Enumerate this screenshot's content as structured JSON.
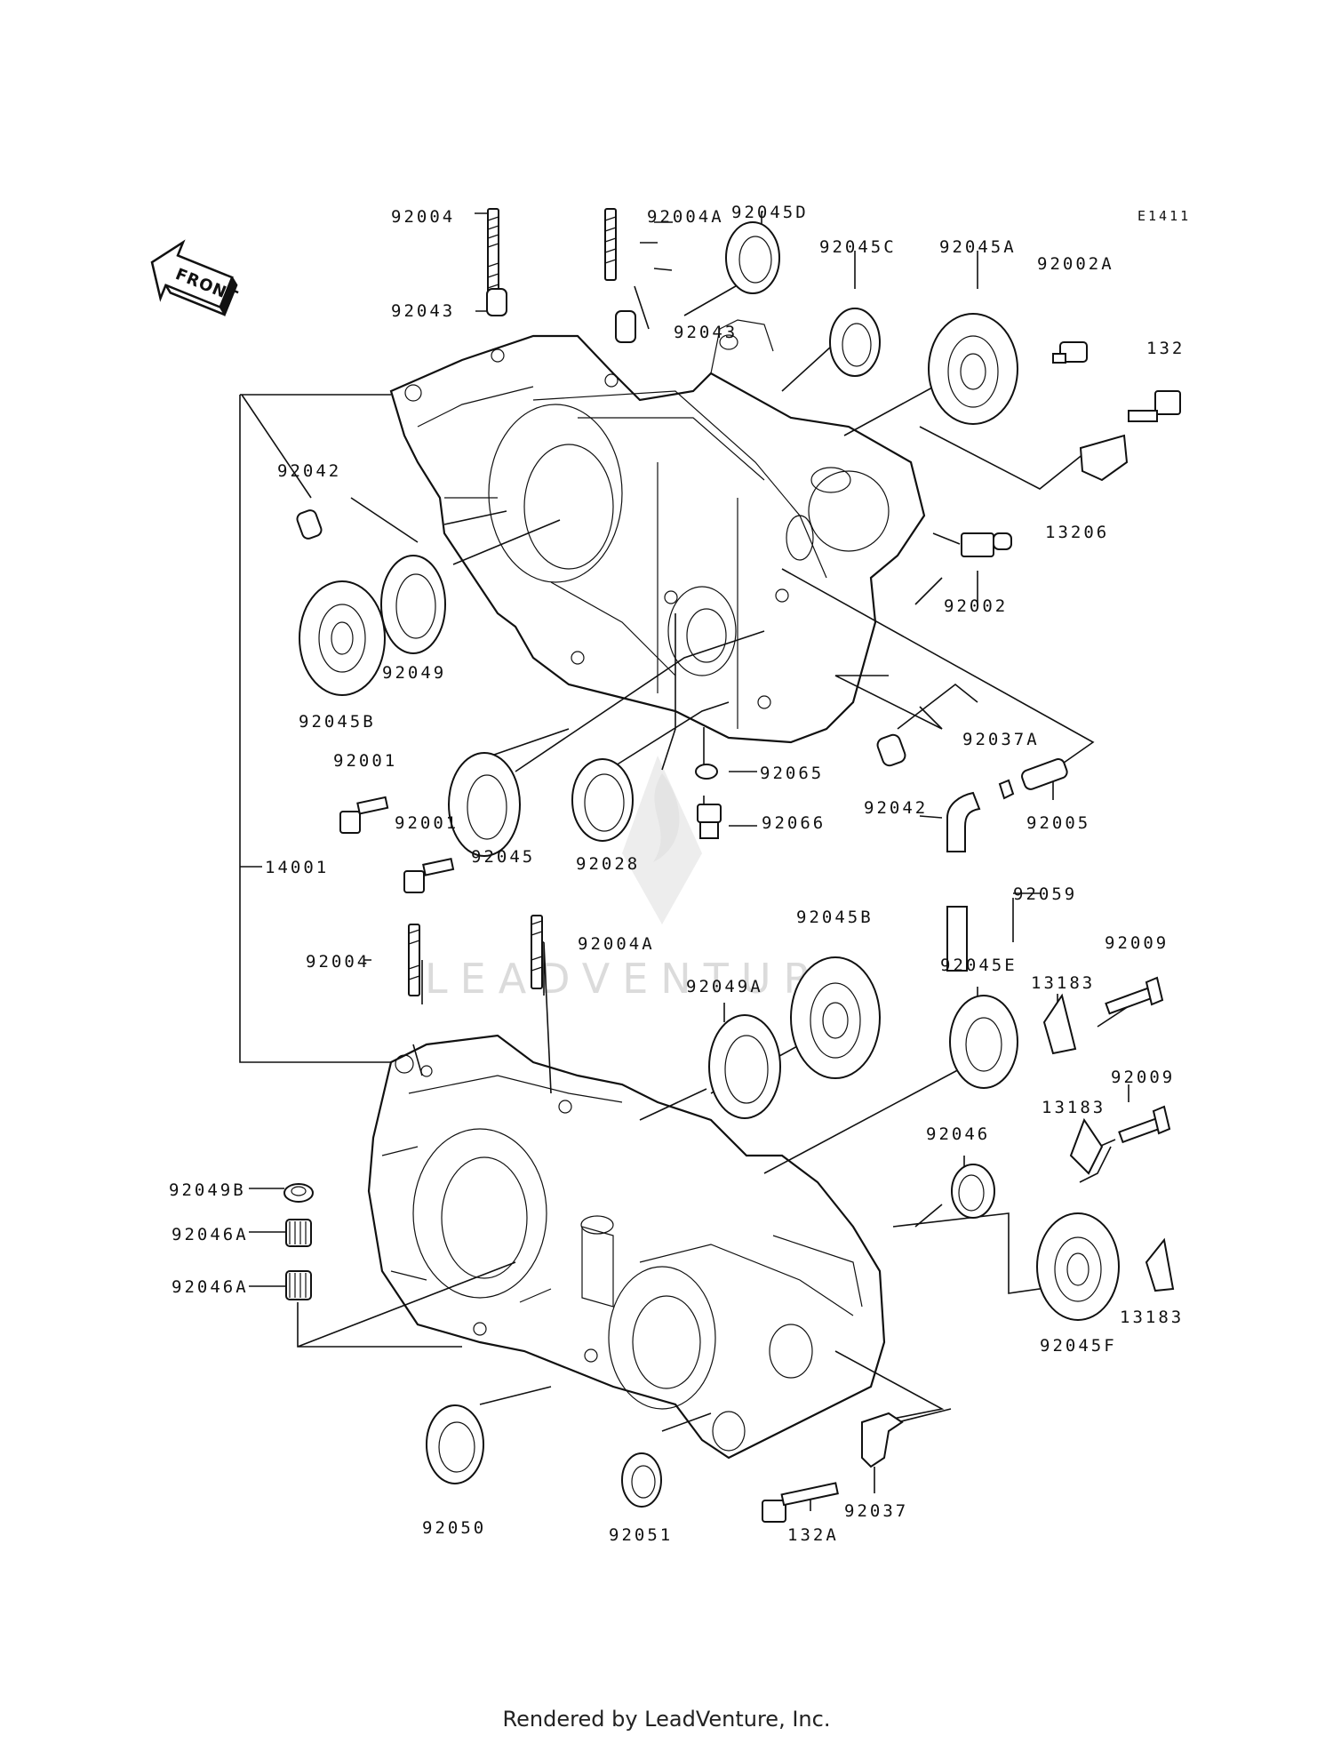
{
  "diagram": {
    "code": "E1411",
    "front_label": "FRONT",
    "watermark": "LEADVENTURE",
    "footer": "Rendered by LeadVenture, Inc.",
    "parts": {
      "p92004_top": "92004",
      "p92004A_top": "92004A",
      "p92045D": "92045D",
      "p92045C": "92045C",
      "p92045A": "92045A",
      "p92002A": "92002A",
      "p132": "132",
      "p92043_left": "92043",
      "p92043_right": "92043",
      "p92042_top": "92042",
      "p13206": "13206",
      "p92002": "92002",
      "p92049": "92049",
      "p92045B_top": "92045B",
      "p92001_a": "92001",
      "p92001_b": "92001",
      "p92045": "92045",
      "p92028": "92028",
      "p92065": "92065",
      "p92066": "92066",
      "p92042_mid": "92042",
      "p92037A": "92037A",
      "p92005": "92005",
      "p92059": "92059",
      "p14001": "14001",
      "p92004_bottom": "92004",
      "p92004A_bottom": "92004A",
      "p92045B_bottom": "92045B",
      "p92049A": "92049A",
      "p92045E": "92045E",
      "p13183_a": "13183",
      "p92009_a": "92009",
      "p13183_b": "13183",
      "p92009_b": "92009",
      "p92046": "92046",
      "p92049B": "92049B",
      "p92046A_a": "92046A",
      "p92046A_b": "92046A",
      "p13183_c": "13183",
      "p92045F": "92045F",
      "p92050": "92050",
      "p92051": "92051",
      "p132A": "132A",
      "p92037": "92037"
    }
  }
}
